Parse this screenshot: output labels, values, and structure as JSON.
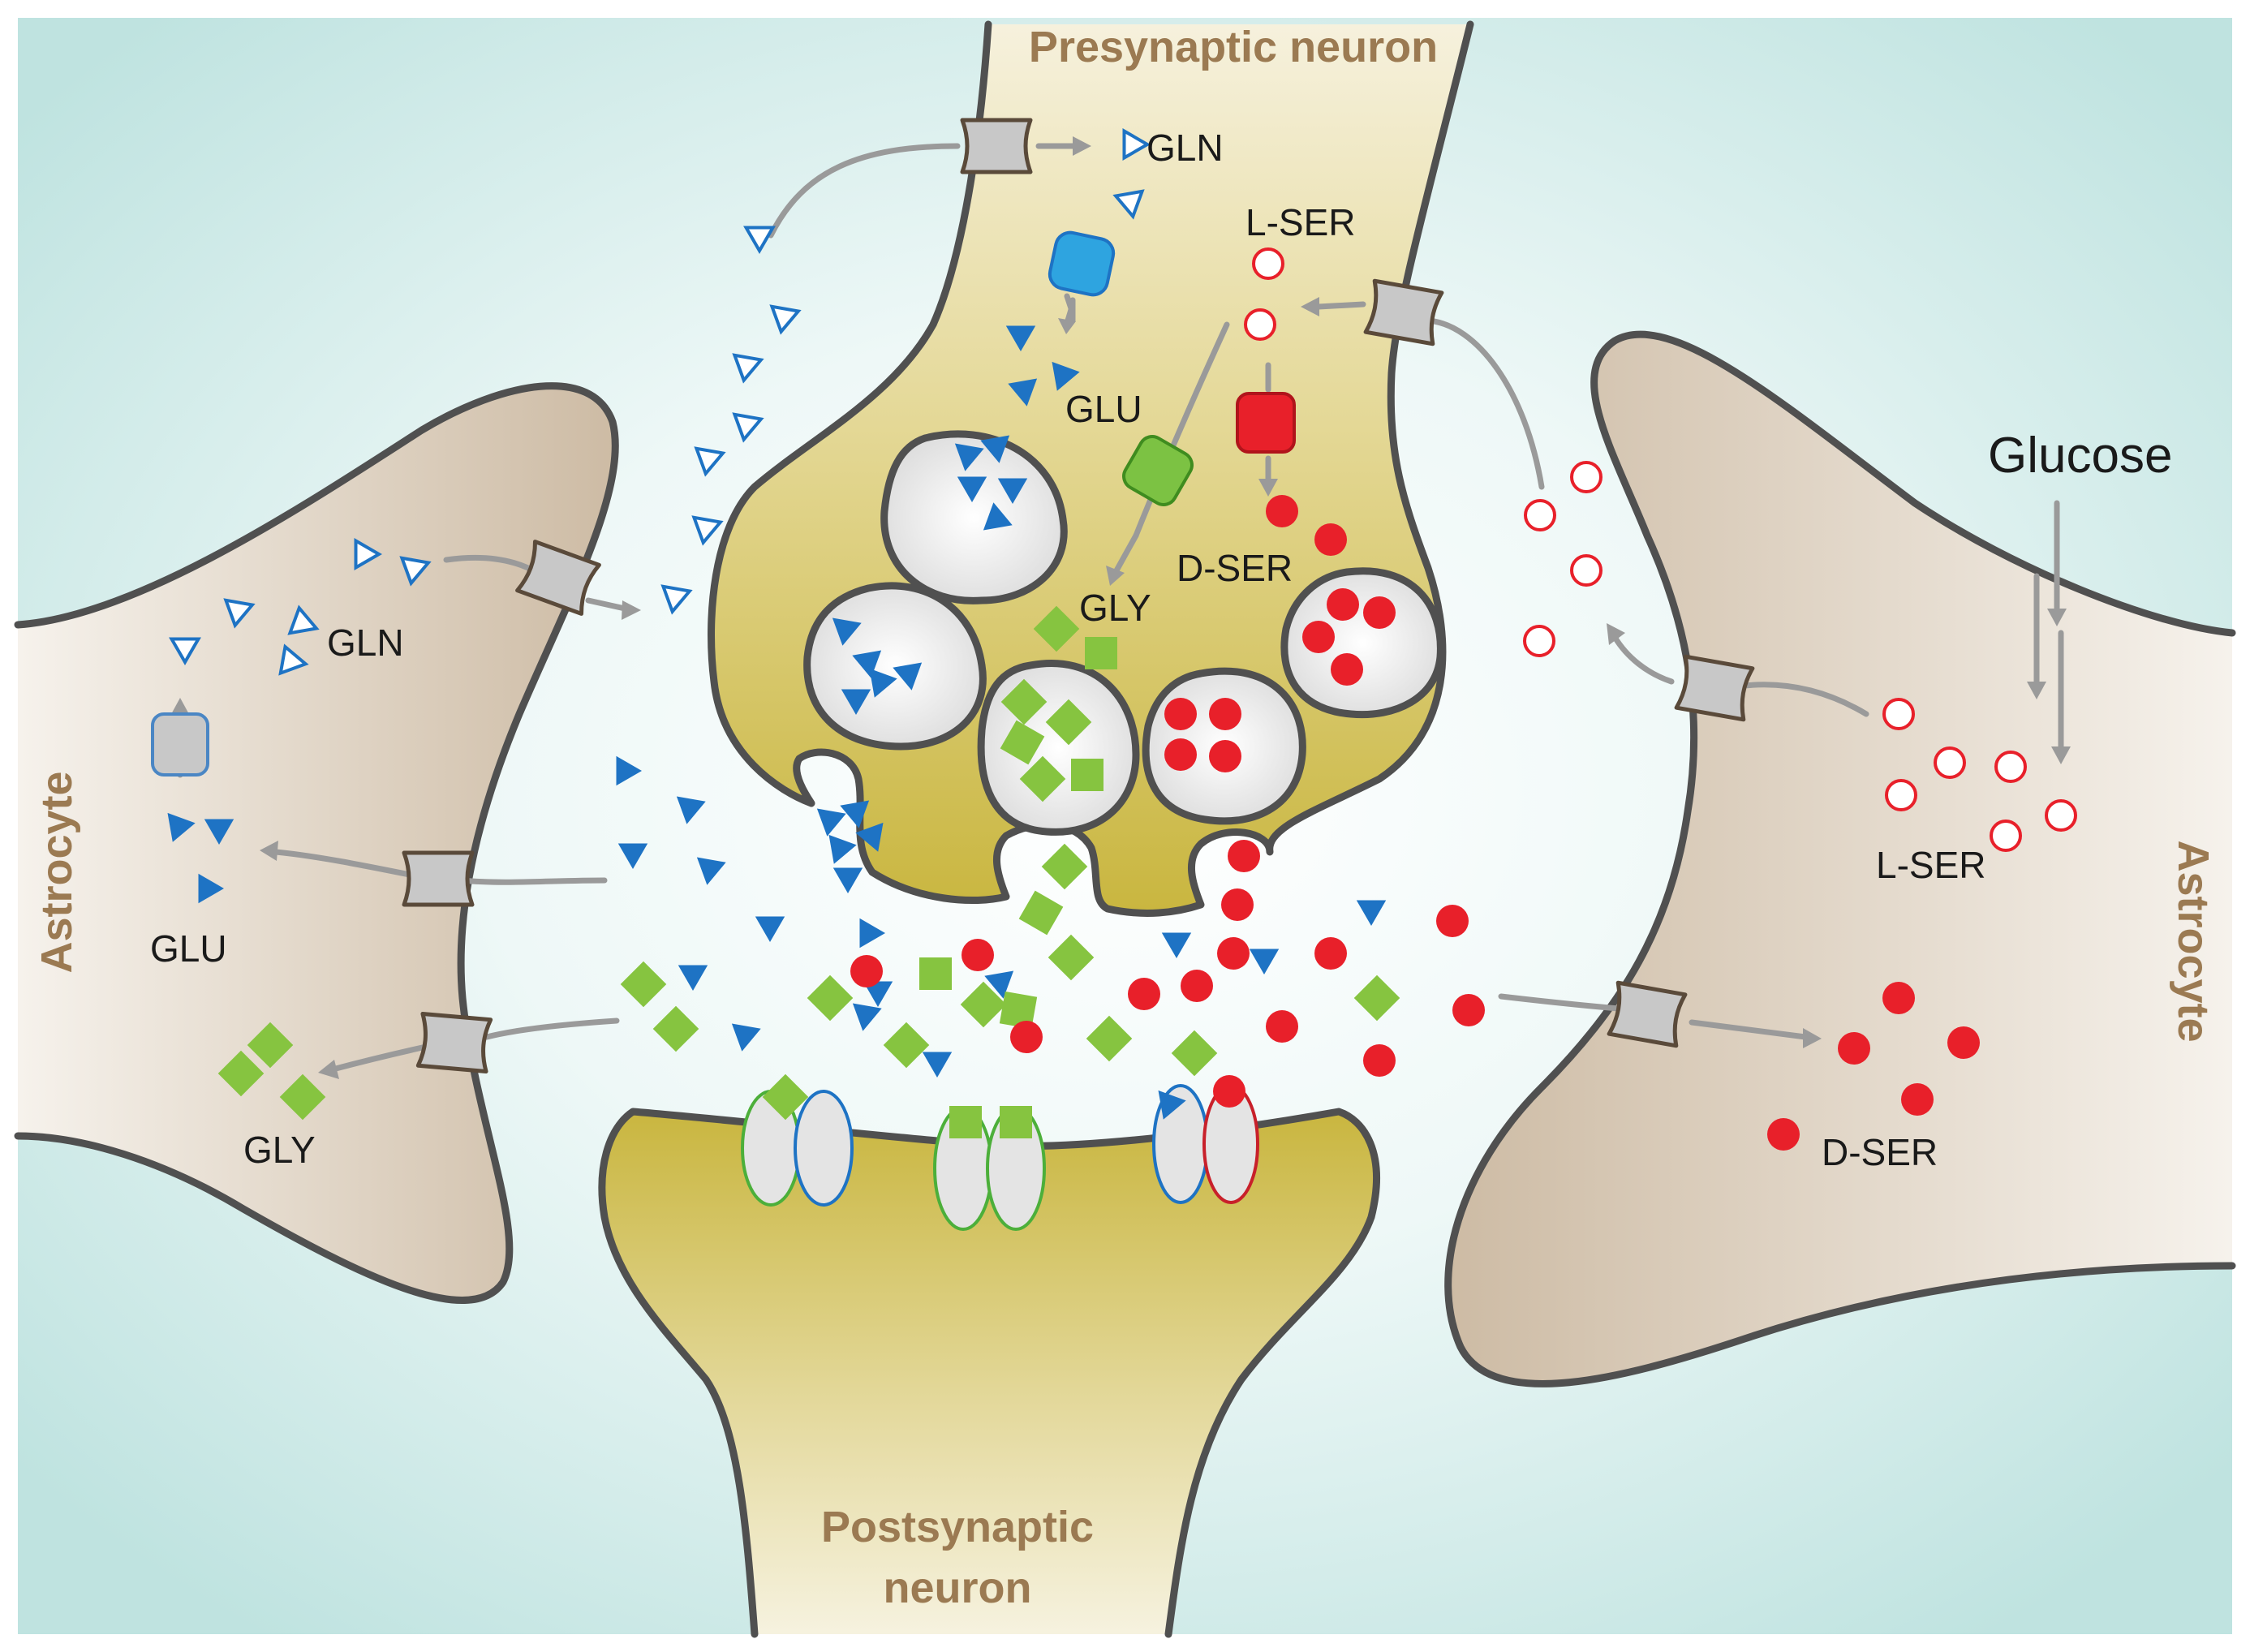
{
  "cells": {
    "presynaptic": "Presynaptic neuron",
    "postsynaptic_line1": "Postsynaptic",
    "postsynaptic_line2": "neuron",
    "astrocyte_left": "Astrocyte",
    "astrocyte_right": "Astrocyte"
  },
  "molecules": {
    "gln_pre": "GLN",
    "glu_pre": "GLU",
    "gly_pre": "GLY",
    "lser_pre": "L-SER",
    "dser_pre": "D-SER",
    "gln_left": "GLN",
    "glu_left": "GLU",
    "gly_left": "GLY",
    "glucose_right": "Glucose",
    "lser_right": "L-SER",
    "dser_right": "D-SER"
  },
  "colors": {
    "background": "#c9e9e7",
    "neuron_fill": "#d9c86a",
    "astrocyte_fill": "#dccfbe",
    "membrane": "#505050",
    "glutamate_blue": "#1e73c4",
    "glycine_green": "#86c440",
    "serine_red": "#e8202a",
    "transporter_grey": "#c8c8c8",
    "arrow_grey": "#9a9a9a",
    "cell_label_brown": "#9b7a52"
  }
}
